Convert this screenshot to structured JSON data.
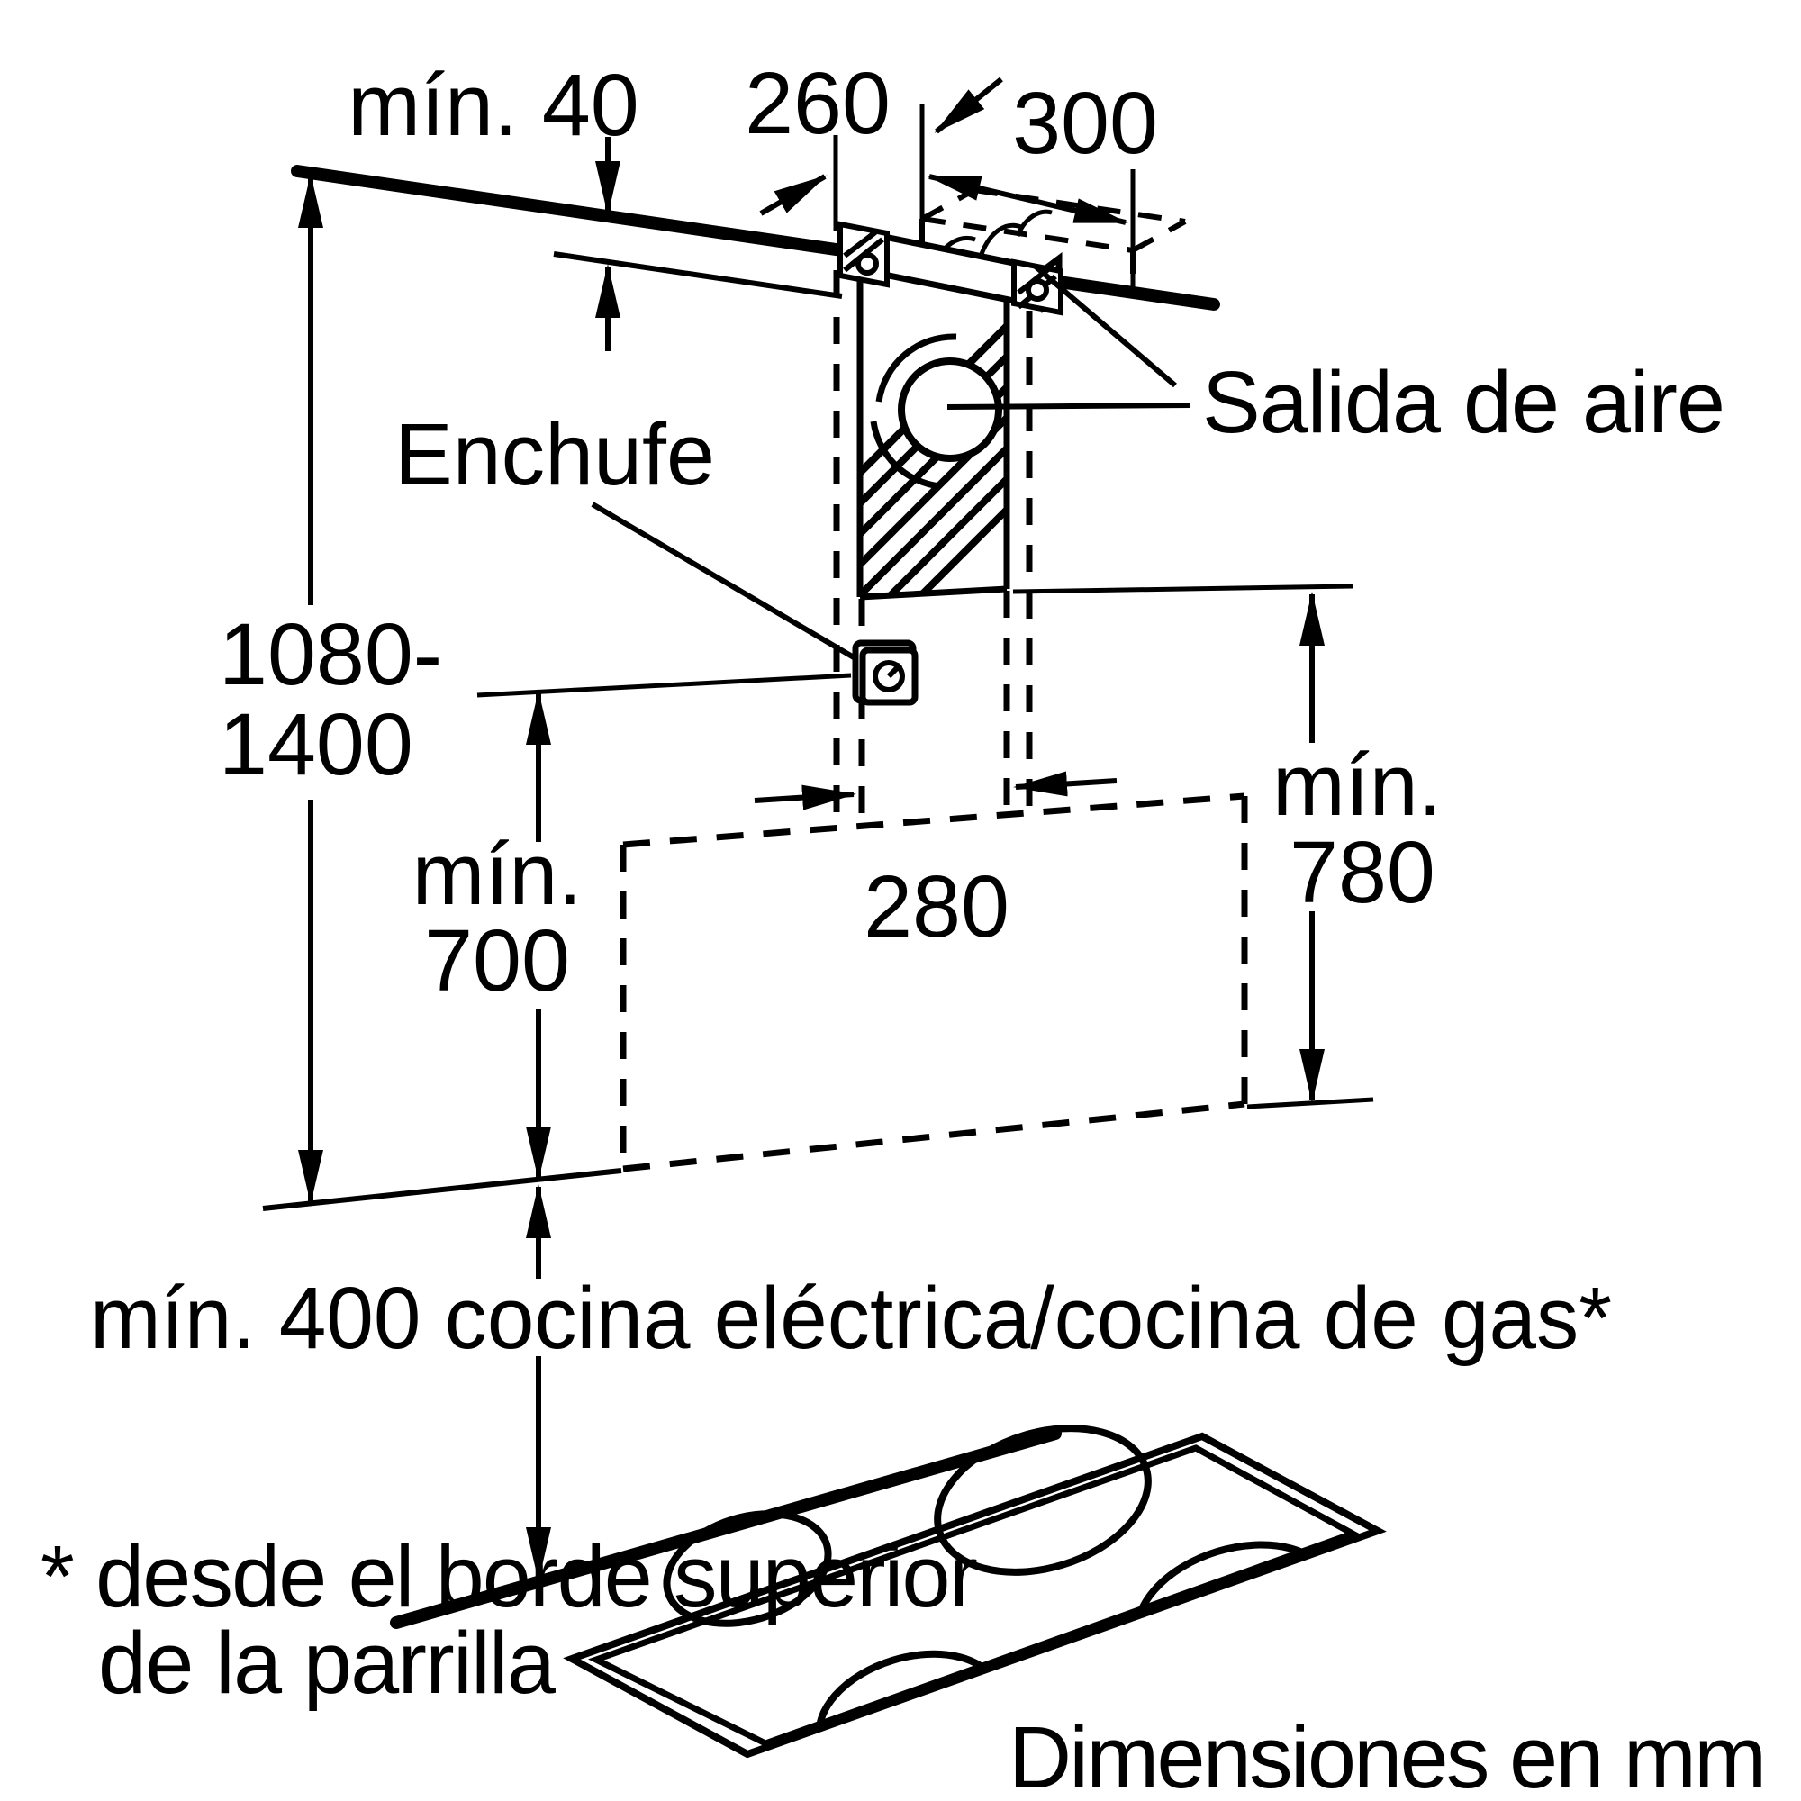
{
  "page": {
    "background": "#ffffff",
    "ink": "#000000"
  },
  "diagram": {
    "kind": "hood-installation-dimensions",
    "labels": {
      "min40": "mín. 40",
      "depth260": "260",
      "width300": "300",
      "air_outlet": "Salida de aire",
      "plug": "Enchufe",
      "height_range_top": "1080-",
      "height_range_bottom": "1400",
      "min700_prefix": "mín.",
      "min700_value": "700",
      "width280": "280",
      "min780_prefix": "mín.",
      "min780_value": "780",
      "clearance_note": "mín. 400 cocina eléctrica/cocina de gas*",
      "footnote_line1": "* desde el borde superior",
      "footnote_line2": "de la parrilla",
      "units_note": "Dimensiones en mm"
    }
  }
}
